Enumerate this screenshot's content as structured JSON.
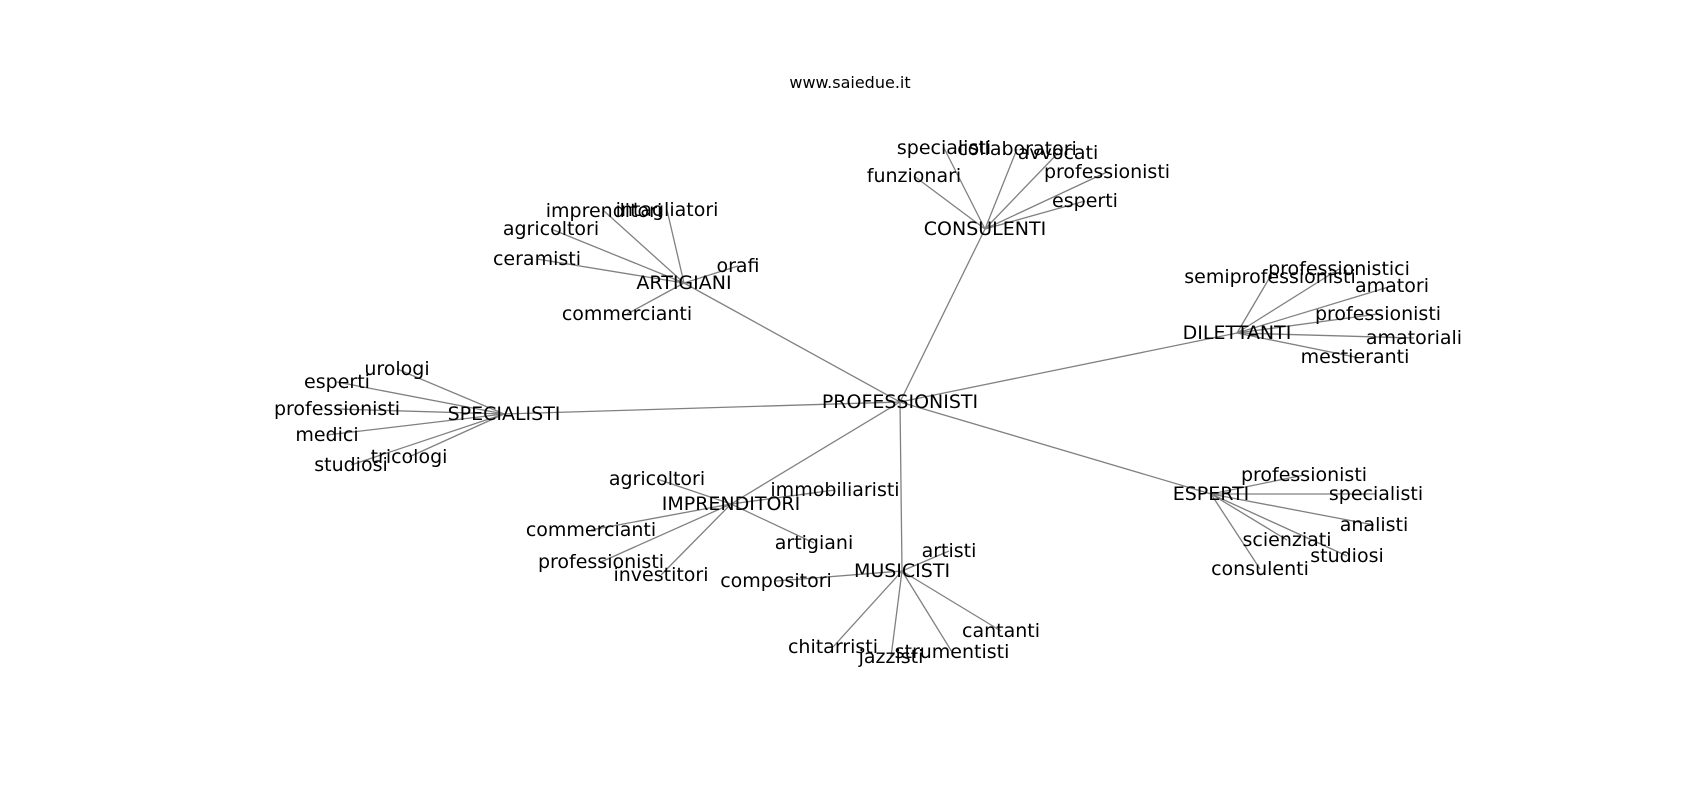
{
  "title": "www.saiedue.it",
  "colors": {
    "edge": "#808080",
    "text": "#000000",
    "background": "#ffffff"
  },
  "graph": {
    "center": {
      "id": "PROFESSIONISTI",
      "label": "PROFESSIONISTI"
    },
    "groups": [
      {
        "id": "CONSULENTI",
        "label": "CONSULENTI",
        "children": [
          "specialisti",
          "collaboratori",
          "avvocati",
          "funzionari",
          "professionisti",
          "esperti"
        ]
      },
      {
        "id": "ARTIGIANI",
        "label": "ARTIGIANI",
        "children": [
          "imprenditori",
          "intagliatori",
          "agricoltori",
          "ceramisti",
          "orafi",
          "commercianti"
        ]
      },
      {
        "id": "DILETTANTI",
        "label": "DILETTANTI",
        "children": [
          "semiprofessionisti",
          "professionistici",
          "amatori",
          "professionisti",
          "amatoriali",
          "mestieranti"
        ]
      },
      {
        "id": "SPECIALISTI",
        "label": "SPECIALISTI",
        "children": [
          "urologi",
          "esperti",
          "professionisti",
          "medici",
          "tricologi",
          "studiosi"
        ]
      },
      {
        "id": "IMPRENDITORI",
        "label": "IMPRENDITORI",
        "children": [
          "agricoltori",
          "immobiliaristi",
          "commercianti",
          "artigiani",
          "professionisti",
          "investitori"
        ]
      },
      {
        "id": "ESPERTI",
        "label": "ESPERTI",
        "children": [
          "professionisti",
          "specialisti",
          "analisti",
          "scienziati",
          "studiosi",
          "consulenti"
        ]
      },
      {
        "id": "MUSICISTI",
        "label": "MUSICISTI",
        "children": [
          "artisti",
          "compositori",
          "cantanti",
          "chitarristi",
          "strumentisti",
          "jazzisti"
        ]
      }
    ]
  }
}
